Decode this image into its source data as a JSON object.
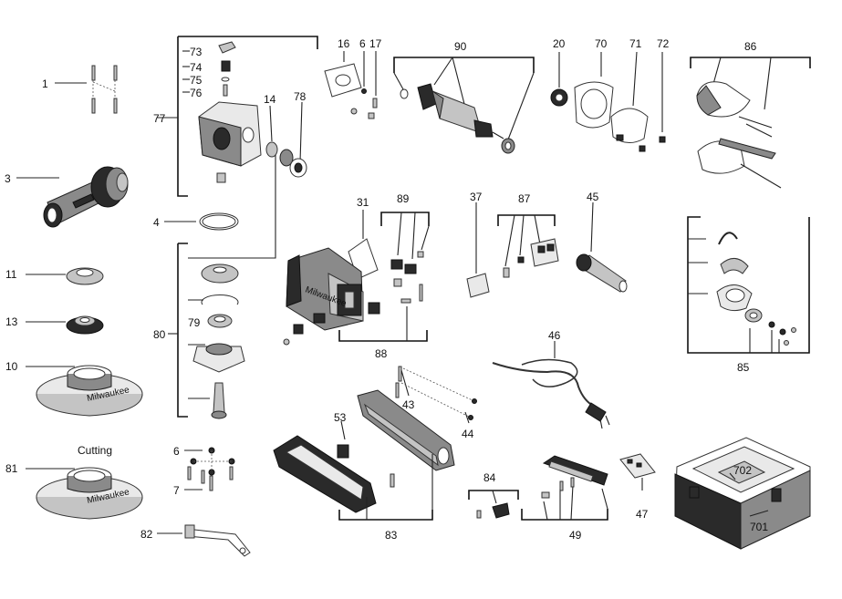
{
  "labels": {
    "l1": "1",
    "l3": "3",
    "l4": "4",
    "l6a": "6",
    "l6b": "6",
    "l7": "7",
    "l10": "10",
    "l11": "11",
    "l13": "13",
    "l14": "14",
    "l16": "16",
    "l17": "17",
    "l20": "20",
    "l31": "31",
    "l37": "37",
    "l43": "43",
    "l44": "44",
    "l45": "45",
    "l46": "46",
    "l47": "47",
    "l49": "49",
    "l53": "53",
    "l70": "70",
    "l71": "71",
    "l72": "72",
    "l73": "73",
    "l74": "74",
    "l75": "75",
    "l76": "76",
    "l77": "77",
    "l78": "78",
    "l79": "79",
    "l80": "80",
    "l81": "81",
    "l82": "82",
    "l83": "83",
    "l84": "84",
    "l85": "85",
    "l86": "86",
    "l87": "87",
    "l88": "88",
    "l89": "89",
    "l90": "90",
    "l701": "701",
    "l702": "702"
  },
  "captions": {
    "cutting": "Cutting",
    "brand": "Milwaukee"
  }
}
